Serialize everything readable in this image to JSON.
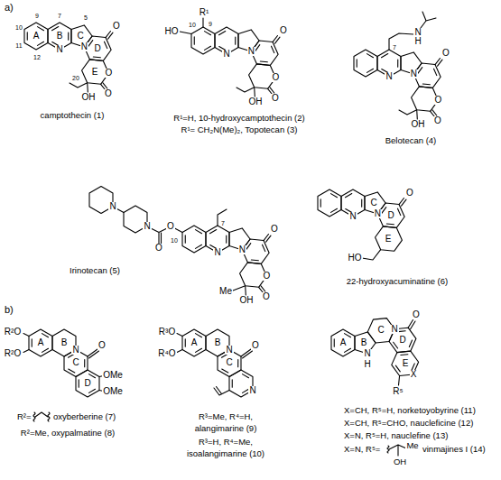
{
  "diagram": {
    "labels": [
      "a)",
      "A",
      "B",
      "C",
      "D",
      "E",
      "9",
      "7",
      "5",
      "10",
      "11",
      "12",
      "N",
      "N",
      "O",
      "O",
      "O",
      "20",
      "OH",
      "camptothecin (1)",
      "HO",
      "10",
      "R¹",
      "9",
      "N",
      "N",
      "O",
      "O",
      "O",
      "OH",
      "R¹=H, 10-hydroxycamptothecin (2)",
      "R¹= CH₂N(Me)₂, Topotecan (3)",
      "7",
      "N",
      "H",
      "N",
      "N",
      "O",
      "O",
      "O",
      "OH",
      "Belotecan (4)",
      "N",
      "N",
      "O",
      "O",
      "10",
      "7",
      "N",
      "N",
      "O",
      "O",
      "O",
      "OH",
      "Me",
      "Irinotecan (5)",
      "C",
      "D",
      "E",
      "N",
      "N",
      "O",
      "HO",
      "22-hydroxyacuminatine (6)",
      "b)",
      "R²O",
      "R²O",
      "A",
      "B",
      "C",
      "D",
      "N",
      "O",
      "OMe",
      "OMe",
      "R²=",
      "oxyberberine (7)",
      "R²=Me, oxypalmatine (8)",
      "R³O",
      "R⁴O",
      "A",
      "B",
      "C",
      "N",
      "O",
      "N",
      "R³=Me, R⁴=H,",
      "alangimarine (9)",
      "R³=H, R⁴=Me,",
      "isoalangimarine (10)",
      "A",
      "B",
      "C",
      "D",
      "E",
      "N",
      "H",
      "N",
      "O",
      "X",
      "R⁵",
      "X=CH, R⁵=H, norketoyobyrine (11)",
      "X=CH, R⁵=CHO, naucleficine (12)",
      "X=N, R⁵=H, nauclefine (13)",
      "X=N, R⁵=",
      "Me",
      "vinmajines I (14)",
      "OH"
    ]
  }
}
